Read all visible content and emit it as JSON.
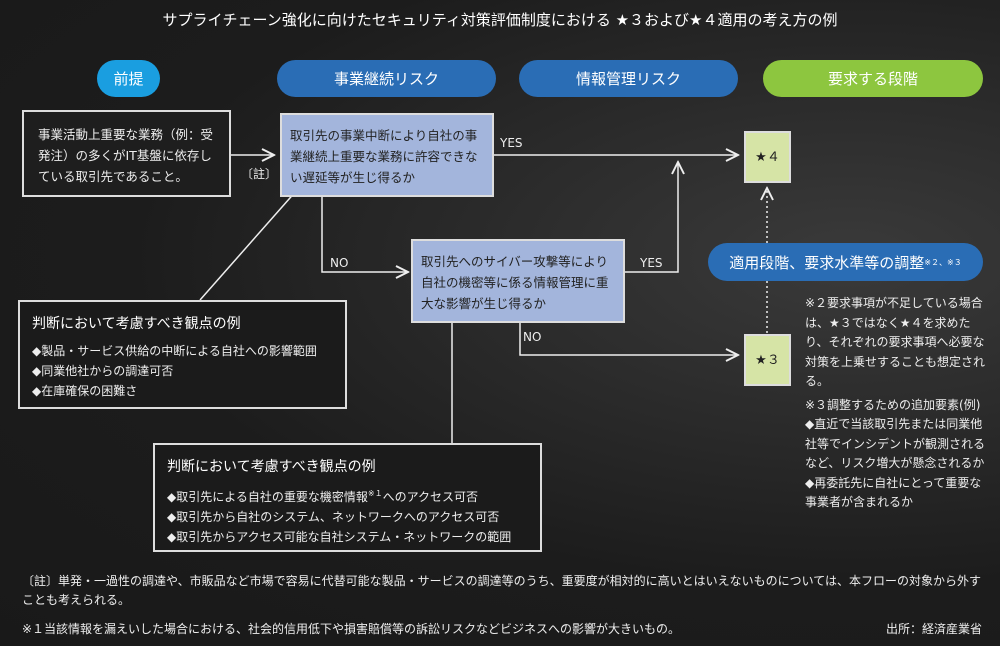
{
  "title": "サプライチェーン強化に向けたセキュリティ対策評価制度における ★３および★４適用の考え方の例",
  "headers": {
    "premise": "前提",
    "business": "事業継続リスク",
    "info": "情報管理リスク",
    "stage": "要求する段階"
  },
  "premise_text": "事業活動上重要な業務（例：受発注）の多くがIT基盤に依存している取引先であること。",
  "note_ref": "〔註〕",
  "q1": "取引先の事業中断により自社の事業継続上重要な業務に許容できない遅延等が生じ得るか",
  "q2": "取引先へのサイバー攻撃等により自社の機密等に係る情報管理に重大な影響が生じ得るか",
  "yes": "YES",
  "no": "NO",
  "star4": "★４",
  "star3": "★３",
  "adjust": {
    "label": "適用段階、要求水準等の調整",
    "sup": "※２、※３"
  },
  "notes": {
    "n2": "※２要求事項が不足している場合は、★３ではなく★４を求めたり、それぞれの要求事項へ必要な対策を上乗せすることも想定される。",
    "n3_title": "※３調整するための追加要素(例)",
    "n3_items": [
      "◆直近で当該取引先または同業他社等でインシデントが観測されるなど、リスク増大が懸念されるか",
      "◆再委託先に自社にとって重要な事業者が含まれるか"
    ]
  },
  "panel1": {
    "title": "判断において考慮すべき観点の例",
    "items": [
      "◆製品・サービス供給の中断による自社への影響範囲",
      "◆同業他社からの調達可否",
      "◆在庫確保の困難さ"
    ]
  },
  "panel2": {
    "title": "判断において考慮すべき観点の例",
    "item1a": "◆取引先による自社の重要な機密情報",
    "item1sup": "※１",
    "item1b": "へのアクセス可否",
    "items": [
      "◆取引先から自社のシステム、ネットワークへのアクセス可否",
      "◆取引先からアクセス可能な自社システム・ネットワークの範囲"
    ]
  },
  "footer": {
    "note": "〔註〕単発・一過性の調達や、市販品など市場で容易に代替可能な製品・サービスの調達等のうち、重要度が相対的に高いとはいえないものについては、本フローの対象から外すことも考えられる。",
    "n1": "※１当該情報を漏えいした場合における、社会的信用低下や損害賠償等の訴訟リスクなどビジネスへの影響が大きいもの。",
    "source": "出所：経済産業省"
  },
  "colors": {
    "cyan": "#1a9ee0",
    "blue": "#2a6db5",
    "green": "#8dc63f",
    "question": "#a3b5dc",
    "star": "#d6e4a6"
  }
}
